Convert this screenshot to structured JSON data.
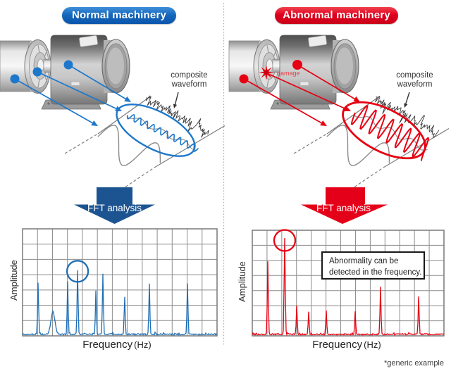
{
  "panels": {
    "left": {
      "header": "Normal machinery",
      "composite_label": {
        "line1": "composite",
        "line2": "waveform"
      },
      "fft_label": "FFT analysis"
    },
    "right": {
      "header": "Abnormal machinery",
      "composite_label": {
        "line1": "composite",
        "line2": "waveform"
      },
      "fft_label": "FFT analysis",
      "damage_label": "damage",
      "callout": {
        "line1": "Abnormality can be",
        "line2": "detected in the frequency."
      }
    }
  },
  "footnote": "*generic example",
  "colors": {
    "normal-accent": "#1d78cb",
    "abnormal-accent": "#e60012",
    "normal-fft-arrow": "#1c5491",
    "abnormal-fft-arrow": "#e50019",
    "normal-header-top": "#4190d9",
    "normal-header-bottom": "#0a55ab",
    "abnormal-header-top": "#ee4450",
    "abnormal-header-bottom": "#c80019",
    "grid-line": "#8c8c8c",
    "spectrum-normal": "#1f6fb5",
    "spectrum-abnormal": "#e60012"
  },
  "chart_data": [
    {
      "type": "line",
      "title": "Normal machinery FFT spectrum",
      "xlabel": "Frequency",
      "xlabel_unit": "(Hz)",
      "ylabel": "Amplitude",
      "color": "#1f6fb5",
      "grid": {
        "cols": 13,
        "rows": 7,
        "line_color": "#8c8c8c"
      },
      "legend": "none",
      "peaks": [
        {
          "x": 0.08,
          "h": 0.49,
          "w": 1.0
        },
        {
          "x": 0.156,
          "h": 0.21,
          "w": 4.0
        },
        {
          "x": 0.232,
          "h": 0.49,
          "w": 1.0
        },
        {
          "x": 0.283,
          "h": 0.61,
          "w": 1.0,
          "circled": true
        },
        {
          "x": 0.377,
          "h": 0.41,
          "w": 1.0
        },
        {
          "x": 0.413,
          "h": 0.57,
          "w": 1.0
        },
        {
          "x": 0.525,
          "h": 0.35,
          "w": 1.0
        },
        {
          "x": 0.652,
          "h": 0.48,
          "w": 1.0
        },
        {
          "x": 0.848,
          "h": 0.48,
          "w": 1.0
        }
      ]
    },
    {
      "type": "line",
      "title": "Abnormal machinery FFT spectrum",
      "xlabel": "Frequency",
      "xlabel_unit": "(Hz)",
      "ylabel": "Amplitude",
      "color": "#e60012",
      "grid": {
        "cols": 13,
        "rows": 7,
        "line_color": "#8c8c8c"
      },
      "legend": "none",
      "peaks": [
        {
          "x": 0.081,
          "h": 0.69,
          "w": 1.0
        },
        {
          "x": 0.169,
          "h": 0.91,
          "w": 1.1,
          "circled": true
        },
        {
          "x": 0.232,
          "h": 0.27,
          "w": 1.0
        },
        {
          "x": 0.294,
          "h": 0.21,
          "w": 1.0
        },
        {
          "x": 0.386,
          "h": 0.22,
          "w": 1.0
        },
        {
          "x": 0.537,
          "h": 0.21,
          "w": 1.0
        },
        {
          "x": 0.669,
          "h": 0.45,
          "w": 1.0
        },
        {
          "x": 0.868,
          "h": 0.36,
          "w": 1.0
        }
      ]
    }
  ]
}
